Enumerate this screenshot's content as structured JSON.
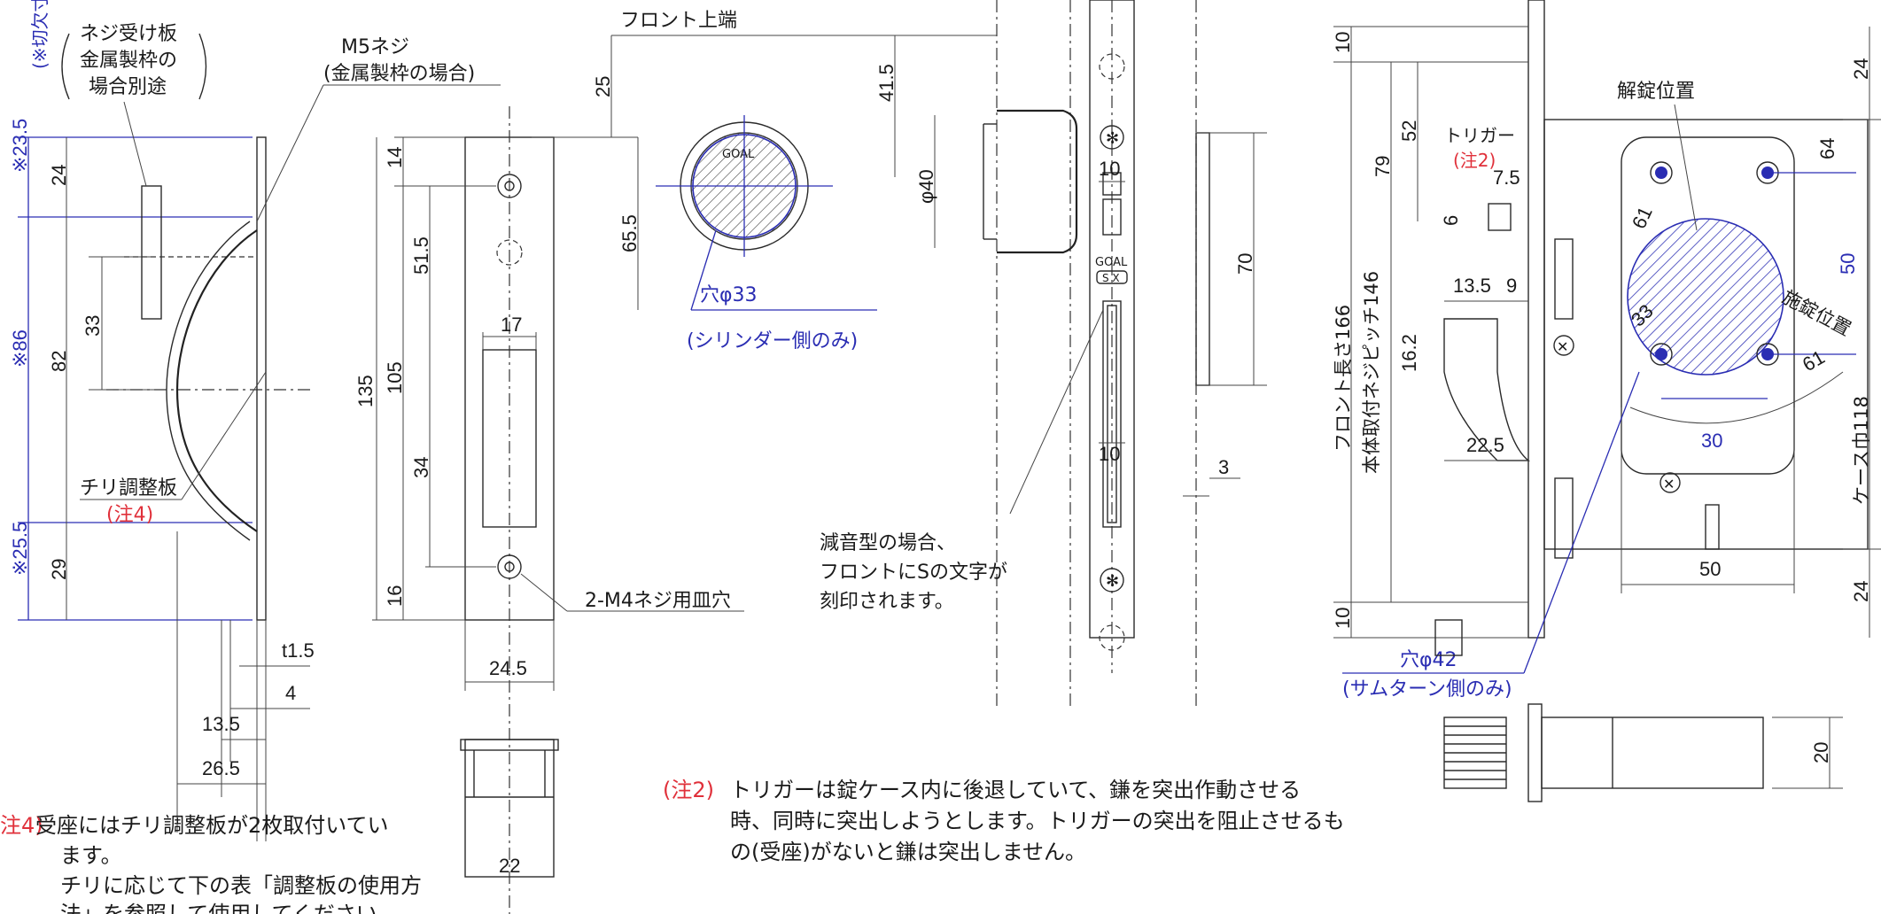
{
  "colors": {
    "blue": "#2a2db3",
    "red": "#e0303a",
    "ink": "#1a1a1a"
  },
  "strike": {
    "label_plate": "ネジ受け板",
    "label_metal1": "金属製枠の",
    "label_metal2": "場合別途",
    "label_m5": "M5ネジ",
    "label_m5_sub": "(金属製枠の場合)",
    "cut_dim_note": "(※切欠寸法)",
    "d_23_5": "※23.5",
    "d_86": "※86",
    "d_25_5": "※25.5",
    "d_24": "24",
    "d_33": "33",
    "d_82": "82",
    "d_29": "29",
    "d_t1_5": "t1.5",
    "d_4": "4",
    "d_13_5": "13.5",
    "d_26_5": "26.5",
    "chiri_label": "チリ調整板",
    "chiri_note": "(注4)"
  },
  "front_strike": {
    "d_14": "14",
    "d_51_5": "51.5",
    "d_17": "17",
    "d_135": "135",
    "d_105": "105",
    "d_34": "34",
    "d_16": "16",
    "d_24_5": "24.5",
    "d_22": "22",
    "hole_label": "2-M4ネジ用皿穴"
  },
  "cylinder": {
    "top_label": "フロント上端",
    "d_25": "25",
    "d_41_5": "41.5",
    "d_65_5": "65.5",
    "phi40": "φ40",
    "hole": "穴φ33",
    "hole_sub": "(シリンダー側のみ)",
    "logo": "GOAL"
  },
  "front": {
    "d_10a": "10",
    "d_70": "70",
    "d_10b": "10",
    "d_3": "3",
    "logo": "GOAL",
    "sx": "S X",
    "note1": "減音型の場合、",
    "note2": "フロントにSの文字が",
    "note3": "刻印されます。"
  },
  "case": {
    "d_10_top": "10",
    "d_52": "52",
    "d_79": "79",
    "trigger": "トリガー",
    "trigger_note": "(注2)",
    "d_7_5": "7.5",
    "d_6": "6",
    "d_13_5": "13.5",
    "d_9": "9",
    "d_16_2": "16.2",
    "d_22_5": "22.5",
    "front_len": "フロント長さ166",
    "pitch": "本体取付ネジピッチ146",
    "d_10_bot": "10",
    "unlock": "解錠位置",
    "lock": "施錠位置",
    "d_61a": "61",
    "d_61b": "61",
    "d_33": "33",
    "d_30": "30",
    "d_50v": "50",
    "d_64": "64",
    "d_50h": "50",
    "d_24a": "24",
    "d_24b": "24",
    "case_w": "ケース巾118",
    "hole": "穴φ42",
    "hole_sub": "(サムターン側のみ)",
    "d_20": "20"
  },
  "notes": {
    "n2_tag": "(注2)",
    "n2_l1": "トリガーは錠ケース内に後退していて、鎌を突出作動させる",
    "n2_l2": "時、同時に突出しようとします。トリガーの突出を阻止させるも",
    "n2_l3": "の(受座)がないと鎌は突出しません。",
    "n4_tag": "注4)",
    "n4_l1": "受座にはチリ調整板が2枚取付いてい",
    "n4_l2": "ます。",
    "n4_l3": "チリに応じて下の表「調整板の使用方",
    "n4_l4": "法」を参照して使用してください。"
  }
}
